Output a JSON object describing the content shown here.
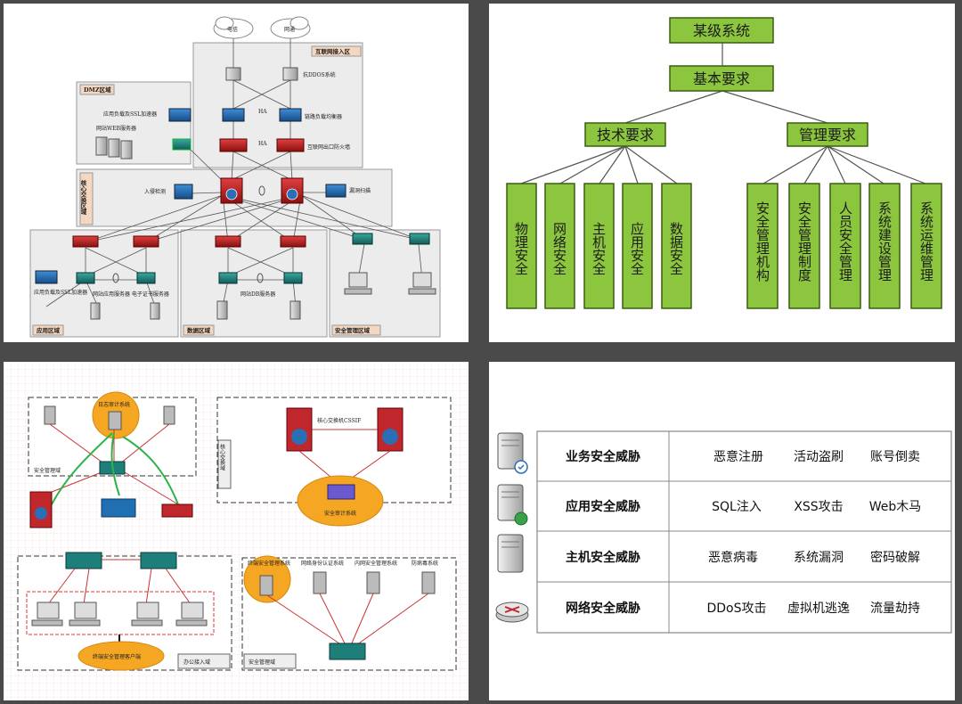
{
  "network": {
    "clouds": [
      "电信",
      "网通"
    ],
    "zones": {
      "internet": "互联网接入区",
      "dmz": "DMZ区域",
      "core": "核心交换区域",
      "app": "应用区域",
      "data": "数据区域",
      "mgmt": "安全管理区域"
    },
    "labels": {
      "ddos": "抗DDOS系统",
      "ha1": "HA",
      "ha2": "HA",
      "link_lb": "链路负载均衡器",
      "fw_outlet": "互联网出口防火墙",
      "dmz_lb": "应用负载及SSL加速器",
      "dmz_web": "网站WEB服务器",
      "ids": "入侵检测",
      "scanner": "漏洞扫描",
      "app_lb": "应用负载及SSL加速器",
      "app_servers": "网站应用服务器\n电子证书服务器",
      "db_servers": "网站DB服务器"
    }
  },
  "tree": {
    "root": "某级系统",
    "level2": "基本要求",
    "branches": [
      {
        "label": "技术要求",
        "leaves": [
          "物理安全",
          "网络安全",
          "主机安全",
          "应用安全",
          "数据安全"
        ]
      },
      {
        "label": "管理要求",
        "leaves": [
          "安全管理机构",
          "安全管理制度",
          "人员安全管理",
          "系统建设管理",
          "系统运维管理"
        ]
      }
    ]
  },
  "zones3": {
    "mgmt_top": "安全管理域",
    "core": "核心交换域",
    "core_label": "核心交换机CSSIF",
    "audit": "安全审计系统",
    "office": "办公接入域",
    "terminal": "终端安全管理客户端",
    "mgmt_bottom": "安全管理域",
    "srv_labels": [
      "终端安全管理系统",
      "网络身份认证系统",
      "内网安全管理系统",
      "防病毒系统"
    ],
    "top_server": "日志审计系统"
  },
  "threats": [
    {
      "category": "业务安全威胁",
      "items": [
        "恶意注册",
        "活动盗刷",
        "账号倒卖"
      ],
      "icon": "server-shield-icon"
    },
    {
      "category": "应用安全威胁",
      "items": [
        "SQL注入",
        "XSS攻击",
        "Web木马"
      ],
      "icon": "server-globe-icon"
    },
    {
      "category": "主机安全威胁",
      "items": [
        "恶意病毒",
        "系统漏洞",
        "密码破解"
      ],
      "icon": "server-icon"
    },
    {
      "category": "网络安全威胁",
      "items": [
        "DDoS攻击",
        "虚拟机逃逸",
        "流量劫持"
      ],
      "icon": "router-icon"
    }
  ],
  "colors": {
    "tree_green": "#8cc63f",
    "firewall_red": "#c0272d",
    "switch_teal": "#1e7f7a",
    "router_blue": "#1f6fb2",
    "orange": "#f5a623"
  }
}
